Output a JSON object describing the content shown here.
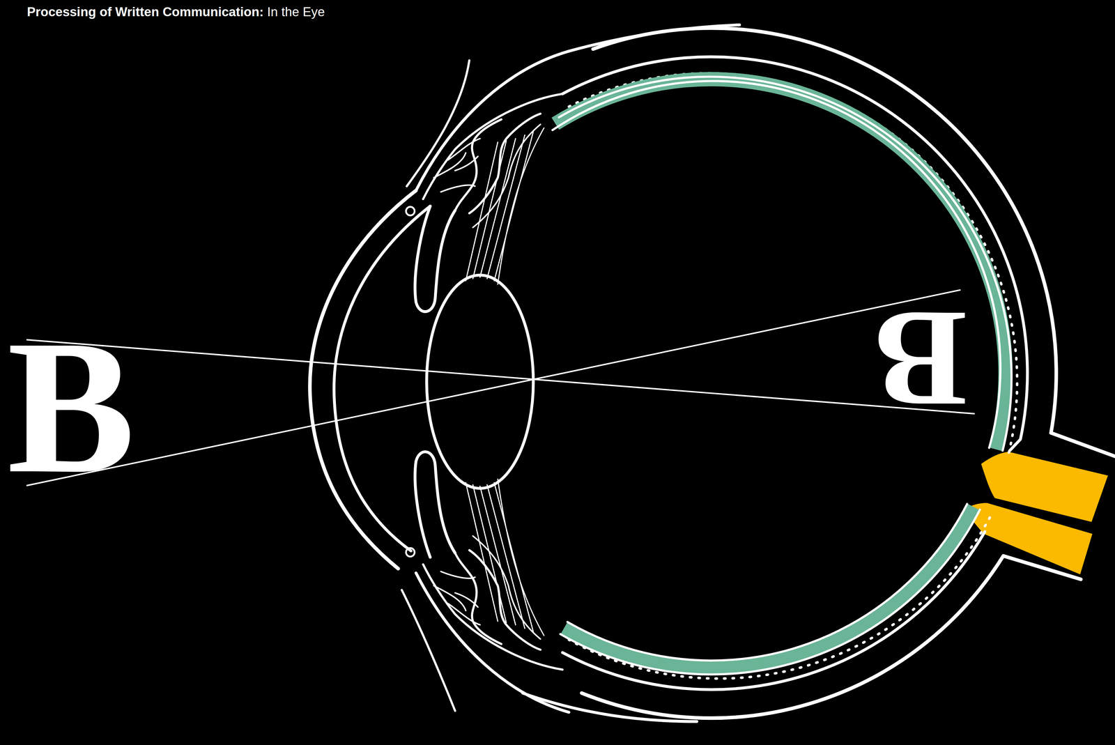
{
  "diagram": {
    "title": "Processing of Written Communication:",
    "labels": [
      "In the Eye",
      "B",
      "B"
    ]
  }
}
